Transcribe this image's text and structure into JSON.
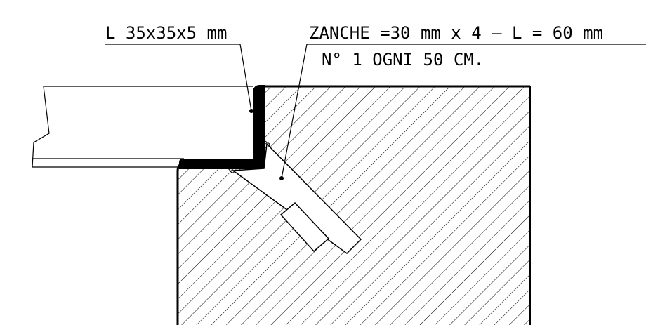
{
  "labels": {
    "angle_profile": "L 35x35x5 mm",
    "anchors_line1": "ZANCHE =30 mm x 4 – L = 60 mm",
    "anchors_line2": "N° 1 OGNI 50 CM."
  },
  "colors": {
    "line": "#000000",
    "background": "#ffffff"
  }
}
